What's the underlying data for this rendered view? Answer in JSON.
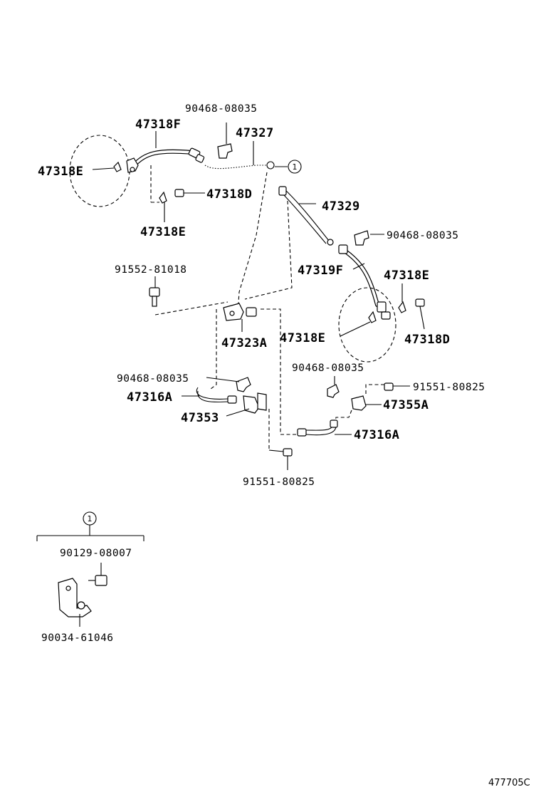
{
  "labels": {
    "l_90468_top": "90468-08035",
    "l_47318F": "47318F",
    "l_47327": "47327",
    "l_47318E_left": "47318E",
    "l_callout1_top": "1",
    "l_47318D_top": "47318D",
    "l_47329": "47329",
    "l_47318E_below": "47318E",
    "l_90468_right": "90468-08035",
    "l_91552": "91552-81018",
    "l_47319F": "47319F",
    "l_47318E_right": "47318E",
    "l_47318E_mid": "47318E",
    "l_47318D_right": "47318D",
    "l_47323A": "47323A",
    "l_90468_mid_left": "90468-08035",
    "l_90468_mid_right": "90468-08035",
    "l_47316A_left": "47316A",
    "l_91551_right": "91551-80825",
    "l_47355A": "47355A",
    "l_47353": "47353",
    "l_47316A_right": "47316A",
    "l_91551_bottom": "91551-80825",
    "l_callout1_bottom": "1",
    "l_90129": "90129-08007",
    "l_90034": "90034-61046",
    "l_diagram_code": "477705C"
  }
}
